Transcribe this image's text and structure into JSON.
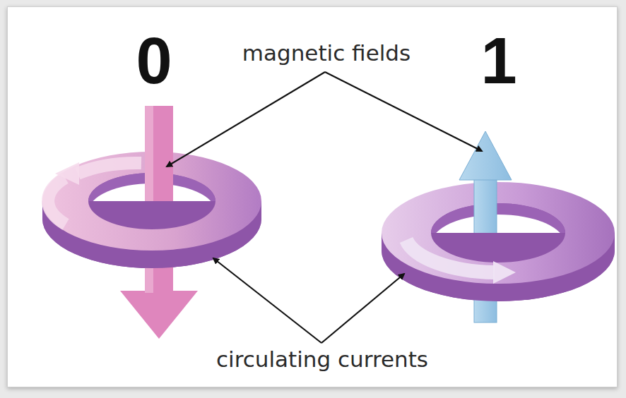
{
  "diagram": {
    "labels": [
      "0",
      "1",
      "magnetic fields",
      "circulating currents"
    ]
  }
}
